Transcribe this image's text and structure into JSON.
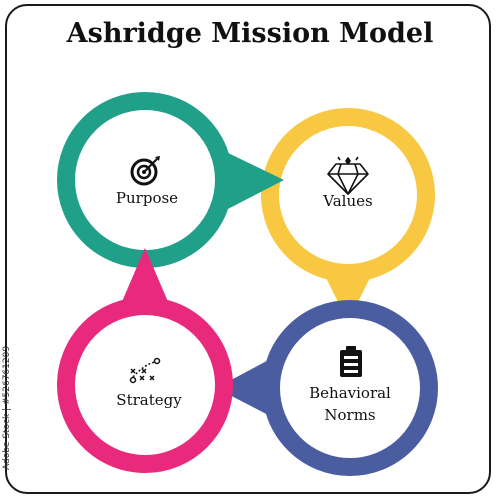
{
  "title": "Ashridge Mission Model",
  "stock_id": "Adobe Stock | #526761209",
  "nodes": [
    {
      "label": "Purpose",
      "icon": "target-icon",
      "color": "#20a089"
    },
    {
      "label": "Values",
      "icon": "diamond-icon",
      "color": "#f9c843"
    },
    {
      "label_line1": "Behavioral",
      "label_line2": "Norms",
      "icon": "clipboard-checklist-icon",
      "color": "#4a5da0"
    },
    {
      "label": "Strategy",
      "icon": "play-strategy-icon",
      "color": "#e8297c"
    }
  ]
}
